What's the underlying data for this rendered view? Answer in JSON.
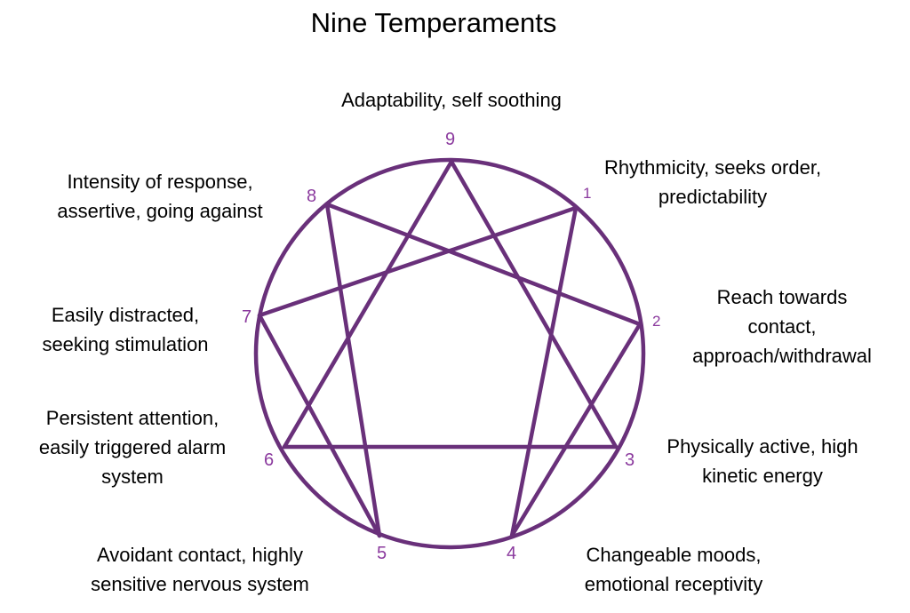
{
  "title": "Nine Temperaments",
  "colors": {
    "line": "#69307a",
    "number": "#8b3a9e"
  },
  "points": [
    {
      "n": "9",
      "label": "Adaptability, self soothing"
    },
    {
      "n": "1",
      "label": "Rhythmicity, seeks order,\npredictability"
    },
    {
      "n": "2",
      "label": "Reach towards\ncontact,\napproach/withdrawal"
    },
    {
      "n": "3",
      "label": "Physically active, high\nkinetic energy"
    },
    {
      "n": "4",
      "label": "Changeable moods,\nemotional receptivity"
    },
    {
      "n": "5",
      "label": "Avoidant contact, highly\nsensitive nervous system"
    },
    {
      "n": "6",
      "label": "Persistent attention,\neasily triggered alarm\nsystem"
    },
    {
      "n": "7",
      "label": "Easily distracted,\nseeking stimulation"
    },
    {
      "n": "8",
      "label": "Intensity of response,\nassertive, going against"
    }
  ],
  "connections": [
    [
      "9",
      "3"
    ],
    [
      "3",
      "6"
    ],
    [
      "6",
      "9"
    ],
    [
      "1",
      "4"
    ],
    [
      "4",
      "2"
    ],
    [
      "2",
      "8"
    ],
    [
      "8",
      "5"
    ],
    [
      "5",
      "7"
    ],
    [
      "7",
      "1"
    ]
  ]
}
